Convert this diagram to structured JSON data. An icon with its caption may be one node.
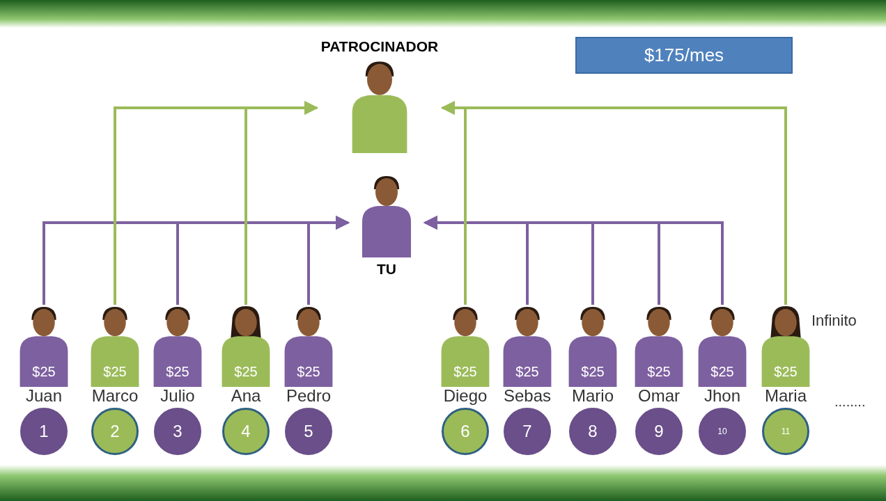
{
  "diagram": {
    "nodes": [
      {
        "text": [
          "PATROCINADOR"
        ]
      },
      {
        "text": [
          "$175/mes"
        ]
      },
      {
        "text": [
          "TU"
        ]
      },
      {
        "text": [
          "$25",
          "Juan"
        ]
      },
      {
        "text": [
          "$25",
          "Marco"
        ]
      },
      {
        "text": [
          "$25",
          "Julio"
        ]
      },
      {
        "text": [
          "$25",
          "Ana"
        ]
      },
      {
        "text": [
          "$25",
          "Pedro"
        ]
      },
      {
        "text": [
          "$25",
          "Diego"
        ]
      },
      {
        "text": [
          "$25",
          "Sebas"
        ]
      },
      {
        "text": [
          "$25",
          "Mario"
        ]
      },
      {
        "text": [
          "$25",
          "Omar"
        ]
      },
      {
        "text": [
          "$25",
          "Jhon"
        ]
      },
      {
        "text": [
          "$25",
          "Maria"
        ]
      },
      {
        "text": [
          "1"
        ]
      },
      {
        "text": [
          "2"
        ]
      },
      {
        "text": [
          "3"
        ]
      },
      {
        "text": [
          "4"
        ]
      },
      {
        "text": [
          "5"
        ]
      },
      {
        "text": [
          "6"
        ]
      },
      {
        "text": [
          "7"
        ]
      },
      {
        "text": [
          "8"
        ]
      },
      {
        "text": [
          "9"
        ]
      },
      {
        "text": [
          "10"
        ]
      },
      {
        "text": [
          "11"
        ]
      }
    ],
    "edges": [
      {
        "from": 3,
        "to": 2,
        "arrow": "to"
      },
      {
        "from": 5,
        "to": 2,
        "arrow": "to"
      },
      {
        "from": 7,
        "to": 2,
        "arrow": "to"
      },
      {
        "from": 4,
        "to": 0,
        "arrow": "to",
        "color": "#9bbb59"
      },
      {
        "from": 6,
        "to": 0,
        "arrow": "to",
        "color": "#9bbb59"
      },
      {
        "from": 9,
        "to": 2,
        "arrow": "to"
      },
      {
        "from": 10,
        "to": 2,
        "arrow": "to"
      },
      {
        "from": 11,
        "to": 2,
        "arrow": "to"
      },
      {
        "from": 12,
        "to": 2,
        "arrow": "to"
      },
      {
        "from": 8,
        "to": 0,
        "arrow": "to",
        "color": "#9bbb59"
      },
      {
        "from": 13,
        "to": 0,
        "arrow": "to",
        "color": "#9bbb59"
      }
    ],
    "labels": [
      "Infinito",
      "........"
    ]
  }
}
